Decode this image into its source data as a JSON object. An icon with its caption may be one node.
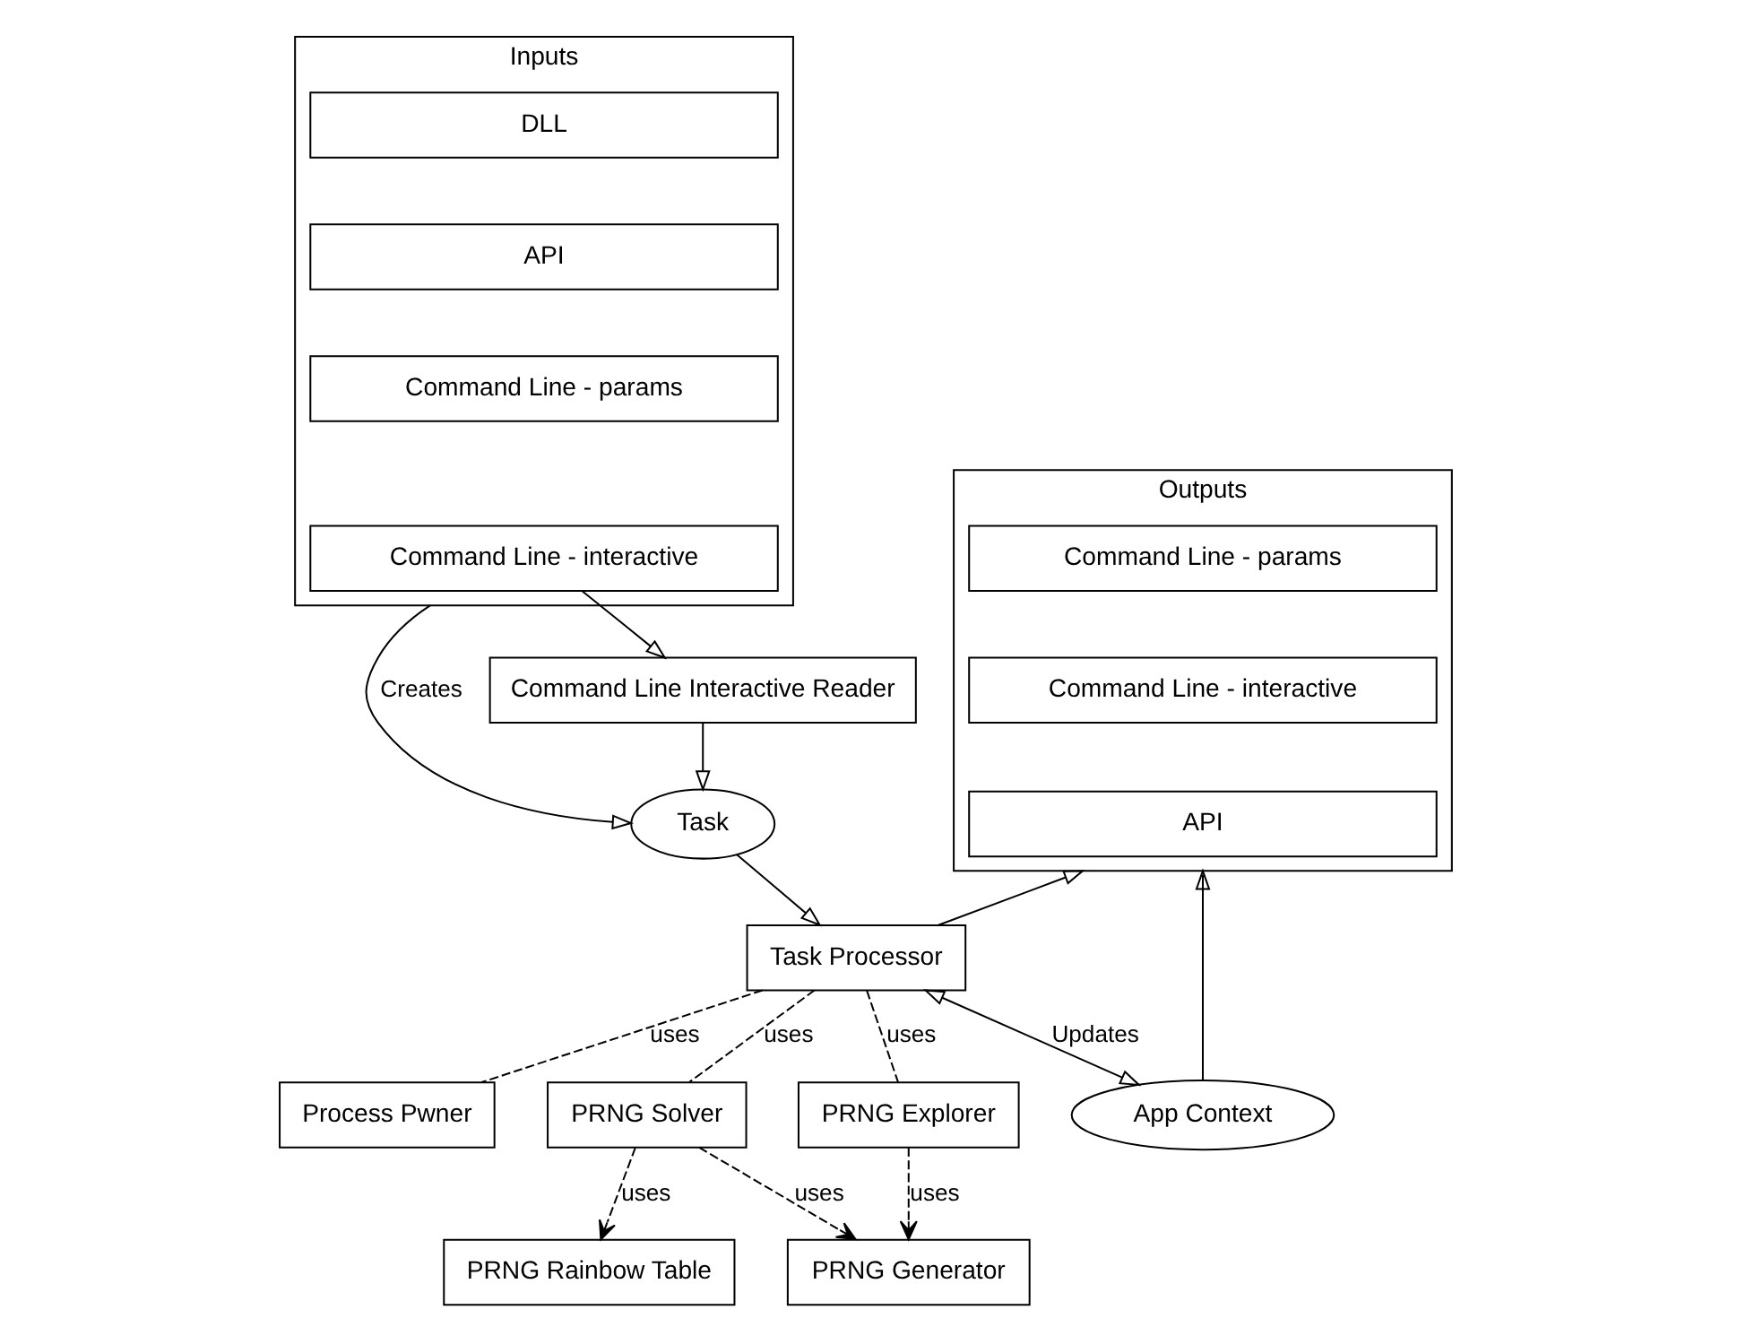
{
  "diagram": {
    "nodes": [
      {
        "text": [
          "Inputs"
        ]
      },
      {
        "text": [
          "DLL"
        ],
        "in": 0
      },
      {
        "text": [
          "API"
        ],
        "in": 0
      },
      {
        "text": [
          "Command Line - params"
        ],
        "in": 0
      },
      {
        "text": [
          "Command Line - interactive"
        ],
        "in": 0
      },
      {
        "text": [
          "Outputs"
        ]
      },
      {
        "text": [
          "Command Line - params"
        ],
        "in": 5
      },
      {
        "text": [
          "Command Line - interactive"
        ],
        "in": 5
      },
      {
        "text": [
          "API"
        ],
        "in": 5
      },
      {
        "text": [
          "Command Line Interactive Reader"
        ]
      },
      {
        "text": [
          "Task"
        ]
      },
      {
        "text": [
          "Task Processor"
        ]
      },
      {
        "text": [
          "App Context"
        ]
      },
      {
        "text": [
          "Process Pwner"
        ]
      },
      {
        "text": [
          "PRNG Solver"
        ]
      },
      {
        "text": [
          "PRNG Explorer"
        ]
      },
      {
        "text": [
          "PRNG Rainbow Table"
        ]
      },
      {
        "text": [
          "PRNG Generator"
        ]
      }
    ],
    "edges": [
      {
        "from": 4,
        "to": 9,
        "arrow": "to"
      },
      {
        "from": 0,
        "to": 10,
        "arrow": "to",
        "label": "Creates"
      },
      {
        "from": 9,
        "to": 10,
        "arrow": "to"
      },
      {
        "from": 10,
        "to": 11,
        "arrow": "to"
      },
      {
        "from": 11,
        "to": 5,
        "arrow": "to"
      },
      {
        "from": 12,
        "to": 5,
        "arrow": "to"
      },
      {
        "from": 11,
        "to": 12,
        "arrow": "both",
        "label": "Updates"
      },
      {
        "from": 11,
        "to": 13,
        "arrow": "none",
        "style": "dashed",
        "label": "uses"
      },
      {
        "from": 11,
        "to": 14,
        "arrow": "none",
        "style": "dashed",
        "label": "uses"
      },
      {
        "from": 11,
        "to": 15,
        "arrow": "none",
        "style": "dashed",
        "label": "uses"
      },
      {
        "from": 14,
        "to": 16,
        "arrow": "to",
        "style": "dashed",
        "label": "uses"
      },
      {
        "from": 14,
        "to": 17,
        "arrow": "to",
        "style": "dashed",
        "label": "uses"
      },
      {
        "from": 15,
        "to": 17,
        "arrow": "to",
        "style": "dashed",
        "label": "uses"
      }
    ]
  }
}
